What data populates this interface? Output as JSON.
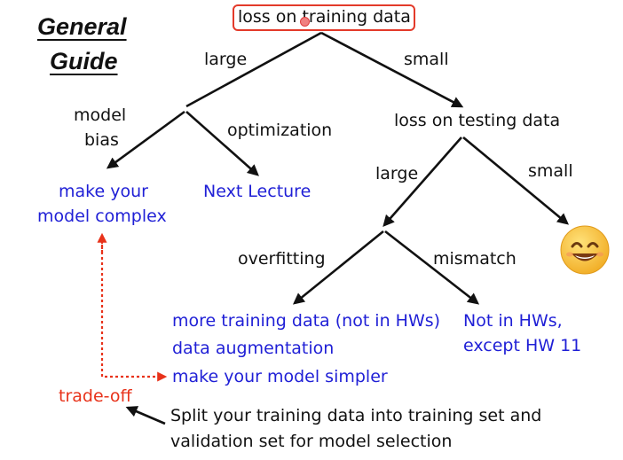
{
  "header": {
    "line1": "General",
    "line2": "Guide"
  },
  "root": {
    "label": "loss on training data"
  },
  "branches": {
    "large": "large",
    "small": "small",
    "model_bias_line1": "model",
    "model_bias_line2": "bias",
    "optimization": "optimization",
    "loss_testing": "loss on testing data",
    "test_large": "large",
    "test_small": "small",
    "overfitting": "overfitting",
    "mismatch": "mismatch"
  },
  "outcomes": {
    "complex_line1": "make your",
    "complex_line2": "model complex",
    "next_lecture": "Next Lecture",
    "overfit_1": "more training data (not in HWs)",
    "overfit_2": "data augmentation",
    "overfit_3": "make your model simpler",
    "mismatch_line1": "Not in HWs,",
    "mismatch_line2": "except HW 11"
  },
  "tradeoff": {
    "label": "trade-off"
  },
  "footer": {
    "line1": "Split your training data into training set and",
    "line2": "validation set for model selection"
  },
  "colors": {
    "text": "#111111",
    "blue": "#1f1fd6",
    "red": "#e8321a",
    "emoji_face": "#f7c23a"
  },
  "icons": {
    "smiley": "smiling-face-icon"
  }
}
